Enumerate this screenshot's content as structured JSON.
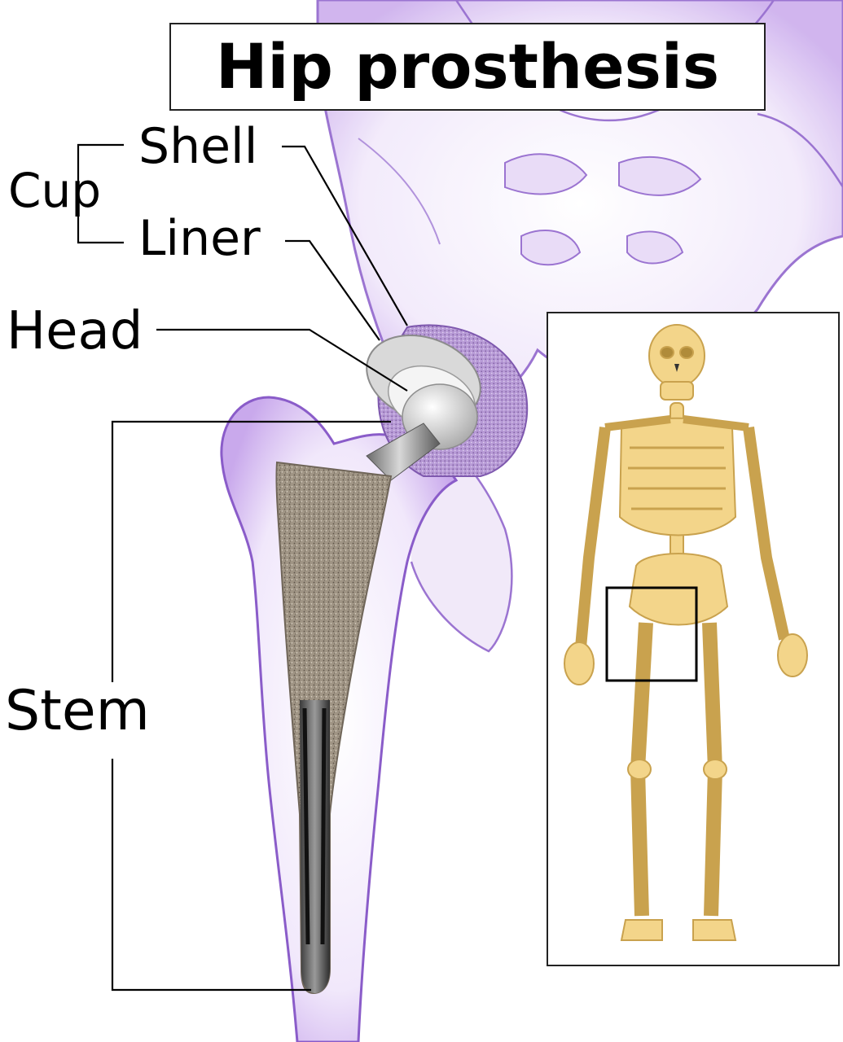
{
  "title": "Hip prosthesis",
  "labels": {
    "cup": "Cup",
    "shell": "Shell",
    "liner": "Liner",
    "head": "Head",
    "stem": "Stem"
  },
  "colors": {
    "bone_outline": "#8a5cc9",
    "bone_fill": "#e9dcf6",
    "implant_porous": "#9c8f80",
    "implant_metal": "#b8b8b8",
    "skeleton_bone": "#f3d58a",
    "leader_line": "#000000"
  }
}
